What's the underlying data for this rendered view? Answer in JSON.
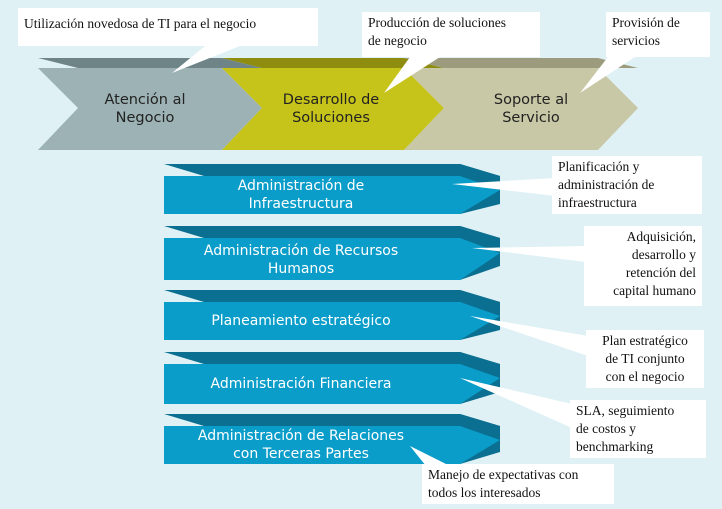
{
  "colors": {
    "background": "#dff1f5",
    "chevron_negocio": "#9db2b4",
    "chevron_soluciones": "#c6c41a",
    "chevron_servicio": "#c8c7a6",
    "bar_fill": "#0b9dc9",
    "bar_top": "#0a6f91",
    "callout_fill": "#ffffff"
  },
  "chevrons": [
    {
      "label": "Atención al\nNegocio"
    },
    {
      "label": "Desarrollo de\nSoluciones"
    },
    {
      "label": "Soporte al\nServicio"
    }
  ],
  "top_callouts": [
    {
      "text": "Utilización novedosa de TI para el negocio"
    },
    {
      "text": "Producción de soluciones\nde negocio"
    },
    {
      "text": "Provisión de\nservicios"
    }
  ],
  "bars": [
    {
      "label": "Administración de\nInfraestructura",
      "callout": "Planificación y\nadministración de\ninfraestructura"
    },
    {
      "label": "Administración de Recursos\nHumanos",
      "callout": "Adquisición,\ndesarrollo y\nretención del\ncapital humano"
    },
    {
      "label": "Planeamiento estratégico",
      "callout": "Plan estratégico\nde TI conjunto\ncon el negocio"
    },
    {
      "label": "Administración Financiera",
      "callout": "SLA, seguimiento\nde costos y\nbenchmarking"
    },
    {
      "label": "Administración de Relaciones\ncon Terceras Partes",
      "callout": "Manejo de expectativas con\ntodos los interesados"
    }
  ]
}
